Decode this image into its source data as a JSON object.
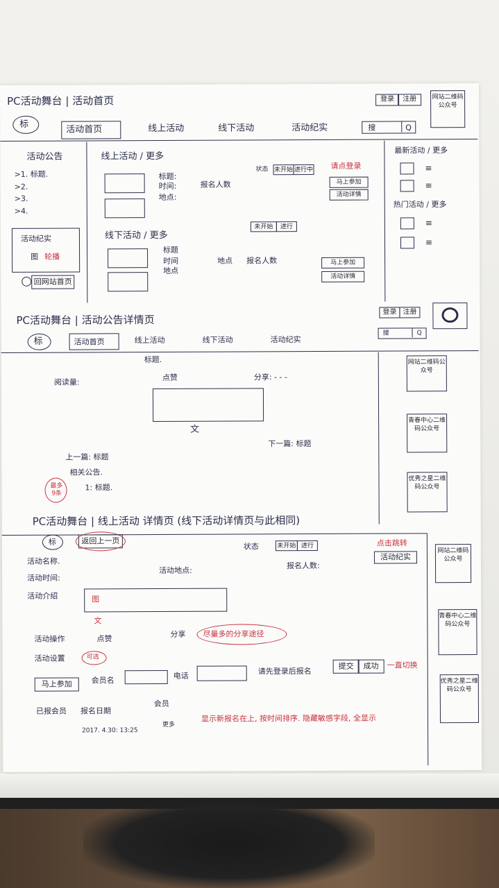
{
  "home": {
    "title": "PC活动舞台 | 活动首页",
    "logo": "标",
    "login": "登录",
    "register": "注册",
    "qr": "网站二维码公众号",
    "nav": [
      "活动首页",
      "线上活动",
      "线下活动",
      "活动纪实"
    ],
    "search": "搜",
    "search_btn": "Q",
    "notice": {
      "title": "活动公告",
      "items": [
        ">1. 标题.",
        ">2.",
        ">3.",
        ">4."
      ]
    },
    "record": {
      "title": "活动纪实",
      "img": "图",
      "carousel": "轮播"
    },
    "back_link": "回网站首页",
    "online": {
      "header": "线上活动 / 更多",
      "title": "标题:",
      "time": "时间:",
      "place": "地点:",
      "count": "报名人数",
      "status_label": "状态",
      "status_options": [
        "未开始",
        "进行中"
      ],
      "note": "请点登录",
      "join": "马上参加",
      "detail": "活动详情"
    },
    "offline": {
      "header": "线下活动 / 更多",
      "title": "标题",
      "time": "时间",
      "place": "地点",
      "place_value": "地点",
      "count": "报名人数",
      "status_options": [
        "未开始",
        "进行"
      ],
      "join": "马上参加",
      "detail": "活动详情"
    },
    "side": {
      "latest": "最新活动 / 更多",
      "hot": "热门活动 / 更多"
    }
  },
  "notice_page": {
    "title": "PC活动舞台 | 活动公告详情页",
    "logo": "标",
    "login": "登录",
    "register": "注册",
    "nav": [
      "活动首页",
      "线上活动",
      "线下活动",
      "活动纪实"
    ],
    "search": "搜",
    "search_btn": "Q",
    "heading": "标题.",
    "reads": "阅读量:",
    "like": "点赞",
    "share": "分享: - - -",
    "body": "文",
    "prev": "上一篇: 标题",
    "next": "下一篇: 标题",
    "related": "相关公告.",
    "related_item": "1: 标题.",
    "qr": [
      "网站二维码公众号",
      "青春中心二维码公众号",
      "优秀之星二维码公众号"
    ],
    "red_note": "最多 9条"
  },
  "online_page": {
    "title": "PC活动舞台 | 线上活动 详情页 (线下活动详情页与此相同)",
    "logo": "标",
    "back": "返回上一页",
    "status": "状态",
    "status_options": [
      "未开始",
      "进行"
    ],
    "red_note": "点击跳转",
    "record_btn": "活动纪实",
    "name": "活动名称.",
    "time": "活动时间:",
    "place": "活动地点:",
    "count": "报名人数:",
    "intro": "活动介绍",
    "intro_img": "图",
    "intro_text": "文",
    "actions": "活动操作",
    "like": "点赞",
    "share": "分享",
    "share_note": "尽量多的分享途径",
    "settings": "活动设置",
    "settings_note": "可选",
    "join": "马上参加",
    "member": "会员名",
    "phone": "电话",
    "note": "请先登录后报名",
    "submit": "提交",
    "success": "成功",
    "switch_note": "一直切换",
    "registered": "已报会员",
    "date": "报名日期",
    "member_col": "会员",
    "timestamp": "2017. 4.30: 13:25",
    "more": "更多",
    "bottom_note": "显示新报名在上, 按时间排序. 隐藏敏感字段, 全显示",
    "qr": [
      "网站二维码公众号",
      "青春中心二维码公众号",
      "优秀之星二维码公众号"
    ]
  }
}
